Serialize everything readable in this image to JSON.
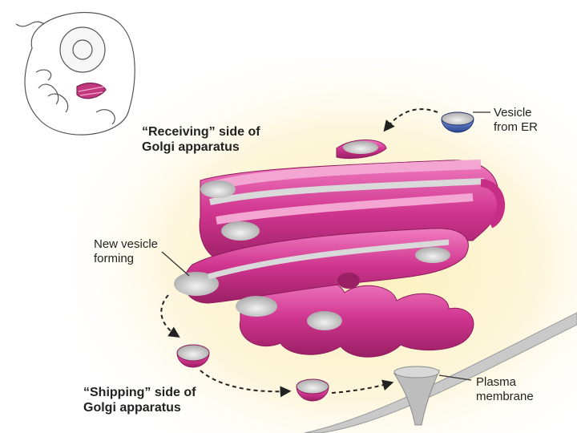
{
  "labels": {
    "receiving": [
      "“Receiving” side of",
      "Golgi apparatus"
    ],
    "vesicle_er": [
      "Vesicle",
      "from ER"
    ],
    "new_vesicle": [
      "New vesicle",
      "forming"
    ],
    "shipping": [
      "“Shipping” side of",
      "Golgi apparatus"
    ],
    "plasma": [
      "Plasma",
      "membrane"
    ]
  },
  "colors": {
    "golgi_magenta": "#d0358f",
    "golgi_light": "#f07cc0",
    "golgi_dark": "#8e1b5c",
    "lumen_gray": "#d9d9d9",
    "er_vesicle_blue": "#3b5aa8",
    "glow": "#fbf0c0"
  }
}
